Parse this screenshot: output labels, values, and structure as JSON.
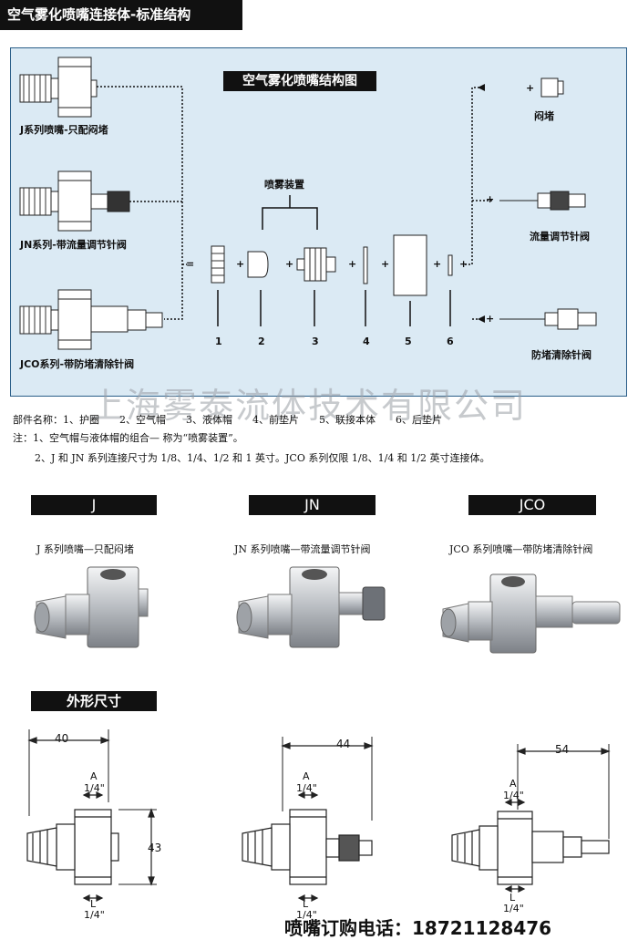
{
  "header": {
    "title": "空气雾化喷嘴连接体-标准结构"
  },
  "diagram": {
    "title": "空气雾化喷嘴结构图",
    "left_series": [
      "J系列喷嘴-只配闷堵",
      "JN系列-带流量调节针阀",
      "JCO系列-带防堵清除针阀"
    ],
    "right_options": [
      "闷堵",
      "流量调节针阀",
      "防堵清除针阀"
    ],
    "spray_setup_label": "喷雾装置",
    "part_numbers": [
      "1",
      "2",
      "3",
      "4",
      "5",
      "6"
    ],
    "plus": "+",
    "equals": "="
  },
  "watermark": "上海雾泰流体技术有限公司",
  "notes": {
    "parts": "部件名称：1、护圈　　2、空气帽　　3、液体帽　　4、前垫片　　5、联接本体　　6、后垫片",
    "note1": "注：1、空气帽与液体帽的组合— 称为“喷雾装置”。",
    "note2": "2、J 和 JN 系列连接尺寸为 1/8、1/4、1/2 和 1 英寸。JCO 系列仅限 1/8、1/4 和 1/2 英寸连接体。"
  },
  "products": [
    {
      "code": "J",
      "caption": "J 系列喷嘴—只配闷堵"
    },
    {
      "code": "JN",
      "caption": "JN 系列喷嘴—带流量调节针阀"
    },
    {
      "code": "JCO",
      "caption": "JCO 系列喷嘴—带防堵清除针阀"
    }
  ],
  "dimensions": {
    "title": "外形尺寸",
    "j": {
      "width": "40",
      "height": "43",
      "a_label": "A",
      "a_size": "1/4\"",
      "l_label": "L",
      "l_size": "1/4\""
    },
    "jn": {
      "width": "44",
      "a_label": "A",
      "a_size": "1/4\"",
      "l_label": "L",
      "l_size": "1/4\""
    },
    "jco": {
      "width": "54",
      "a_label": "A",
      "a_size": "1/4\"",
      "l_label": "L",
      "l_size": "1/4\""
    }
  },
  "phone": "喷嘴订购电话：18721128476",
  "colors": {
    "panel": "#dbeaf4",
    "border": "#2a5e88",
    "metal": "#c9ccd0",
    "dark": "#111111"
  }
}
